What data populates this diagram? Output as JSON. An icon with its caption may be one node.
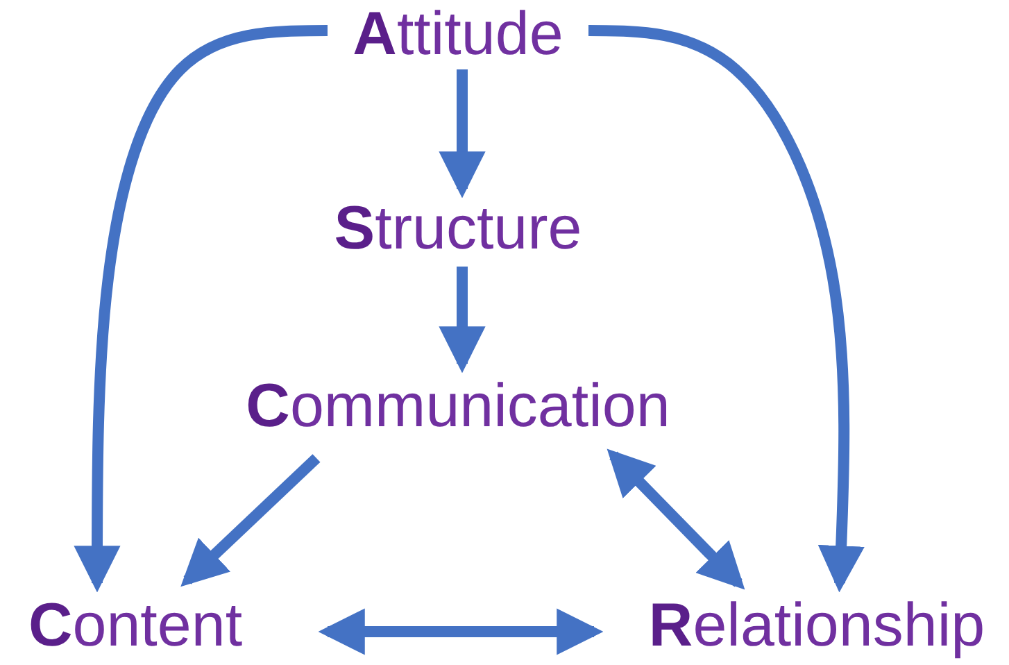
{
  "diagram": {
    "nodes": [
      {
        "text": [
          "**A**ttitude"
        ]
      },
      {
        "text": [
          "**S**tructure"
        ]
      },
      {
        "text": [
          "**C**ommunication"
        ]
      },
      {
        "text": [
          "**C**ontent"
        ]
      },
      {
        "text": [
          "**R**elationship"
        ]
      }
    ],
    "edges": [
      {
        "from": 0,
        "to": 1,
        "arrow": "to"
      },
      {
        "from": 1,
        "to": 2,
        "arrow": "to"
      },
      {
        "from": 0,
        "to": 3,
        "arrow": "to"
      },
      {
        "from": 0,
        "to": 4,
        "arrow": "to"
      },
      {
        "from": 2,
        "to": 3,
        "arrow": "to"
      },
      {
        "from": 2,
        "to": 4,
        "arrow": "both"
      },
      {
        "from": 3,
        "to": 4,
        "arrow": "both"
      }
    ]
  }
}
